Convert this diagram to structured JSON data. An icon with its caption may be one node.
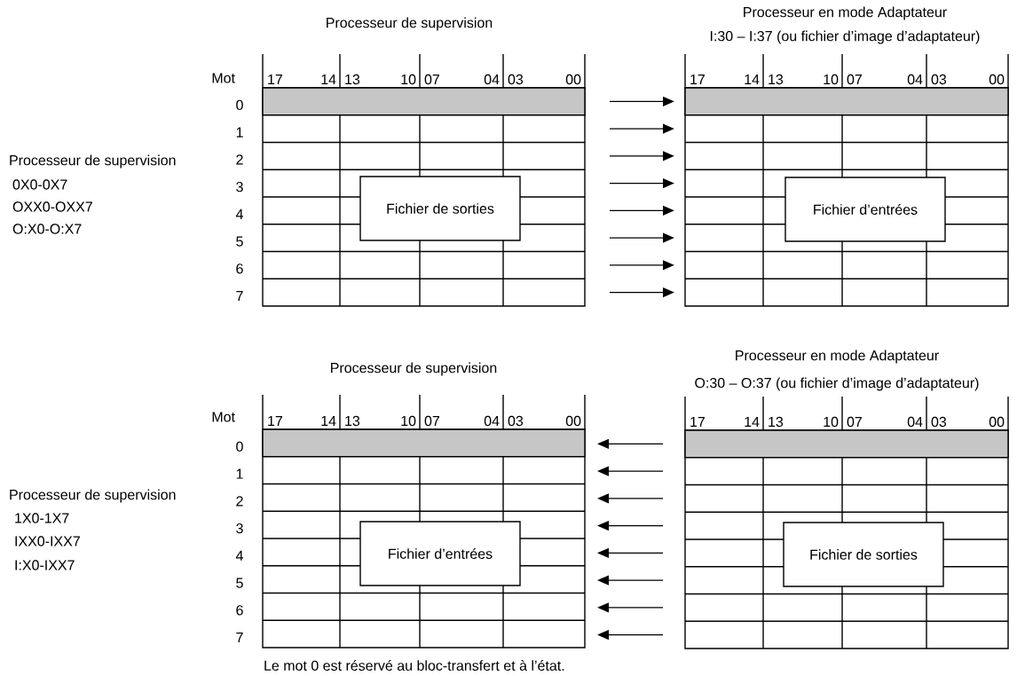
{
  "diagram": {
    "caption": "Le mot 0 est réservé au bloc-transfert et à l’état.",
    "nodes": [
      {
        "text": [
          "Processeur de supervision"
        ]
      },
      {
        "text": [
          "Fichier de sorties"
        ],
        "in": 0
      },
      {
        "text": [
          "Processeur en mode Adaptateur",
          "I:30 – I:37 (ou fichier d’image d’adaptateur)"
        ]
      },
      {
        "text": [
          "Fichier d’entrées"
        ],
        "in": 2
      },
      {
        "text": [
          "Processeur de supervision"
        ]
      },
      {
        "text": [
          "Fichier d’entrées"
        ],
        "in": 4
      },
      {
        "text": [
          "Processeur en mode Adaptateur",
          "O:30 – O:37 (ou fichier d’image d’adaptateur)"
        ]
      },
      {
        "text": [
          "Fichier de sorties"
        ],
        "in": 6
      }
    ],
    "edges": [
      {
        "from": 0,
        "to": 2,
        "arrow": "to"
      },
      {
        "from": 0,
        "to": 2,
        "arrow": "to"
      },
      {
        "from": 0,
        "to": 2,
        "arrow": "to"
      },
      {
        "from": 0,
        "to": 2,
        "arrow": "to"
      },
      {
        "from": 0,
        "to": 2,
        "arrow": "to"
      },
      {
        "from": 0,
        "to": 2,
        "arrow": "to"
      },
      {
        "from": 0,
        "to": 2,
        "arrow": "to"
      },
      {
        "from": 0,
        "to": 2,
        "arrow": "to"
      },
      {
        "from": 6,
        "to": 4,
        "arrow": "to"
      },
      {
        "from": 6,
        "to": 4,
        "arrow": "to"
      },
      {
        "from": 6,
        "to": 4,
        "arrow": "to"
      },
      {
        "from": 6,
        "to": 4,
        "arrow": "to"
      },
      {
        "from": 6,
        "to": 4,
        "arrow": "to"
      },
      {
        "from": 6,
        "to": 4,
        "arrow": "to"
      },
      {
        "from": 6,
        "to": 4,
        "arrow": "to"
      },
      {
        "from": 6,
        "to": 4,
        "arrow": "to"
      }
    ],
    "labels": [
      "Mot",
      "17",
      "14",
      "13",
      "10",
      "07",
      "04",
      "03",
      "00",
      "17",
      "14",
      "13",
      "10",
      "07",
      "04",
      "03",
      "00",
      "0",
      "1",
      "2",
      "3",
      "4",
      "5",
      "6",
      "7",
      "Processeur de supervision",
      "0X0-0X7",
      "OXX0-OXX7",
      "O:X0-O:X7",
      "Mot",
      "17",
      "14",
      "13",
      "10",
      "07",
      "04",
      "03",
      "00",
      "17",
      "14",
      "13",
      "10",
      "07",
      "04",
      "03",
      "00",
      "0",
      "1",
      "2",
      "3",
      "4",
      "5",
      "6",
      "7",
      "Processeur de supervision",
      "1X0-1X7",
      "IXX0-IXX7",
      "I:X0-IXX7"
    ]
  }
}
